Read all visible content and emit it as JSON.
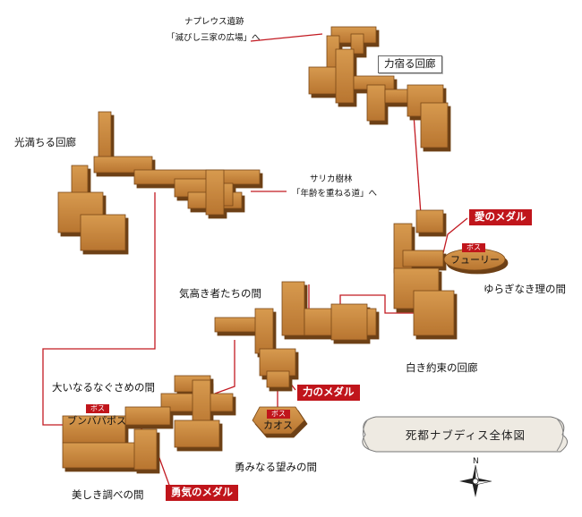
{
  "title": "死都ナブディス全体図",
  "compass": {
    "north": "N"
  },
  "areas": {
    "chikara_yadoru": "力宿る回廊",
    "michiru": "光満ちる回廊",
    "yuragi": "ゆらぎなき理の間",
    "kedakaki": "気高き者たちの間",
    "shiroki": "白き約束の回廊",
    "oinaru": "大いなるなぐさめの間",
    "isami": "勇みなる望みの間",
    "utsukushiki": "美しき調べの間"
  },
  "exits": {
    "napureus_line1": "ナプレウス遺跡",
    "napureus_line2": "「滅びし三家の広場」へ",
    "sarika_line1": "サリカ樹林",
    "sarika_line2": "「年齢を重ねる道」へ"
  },
  "medals": {
    "ai": "愛のメダル",
    "chikara": "力のメダル",
    "yuuki": "勇気のメダル"
  },
  "bosses": {
    "tag": "ボス",
    "fury": "フューリー",
    "chaos": "カオス",
    "bambapos": "ブンバパポス"
  },
  "colors": {
    "room_fill": "#c8863b",
    "room_side": "#8a5520",
    "connector": "#c21a22",
    "medal_bg": "#c0151b"
  }
}
